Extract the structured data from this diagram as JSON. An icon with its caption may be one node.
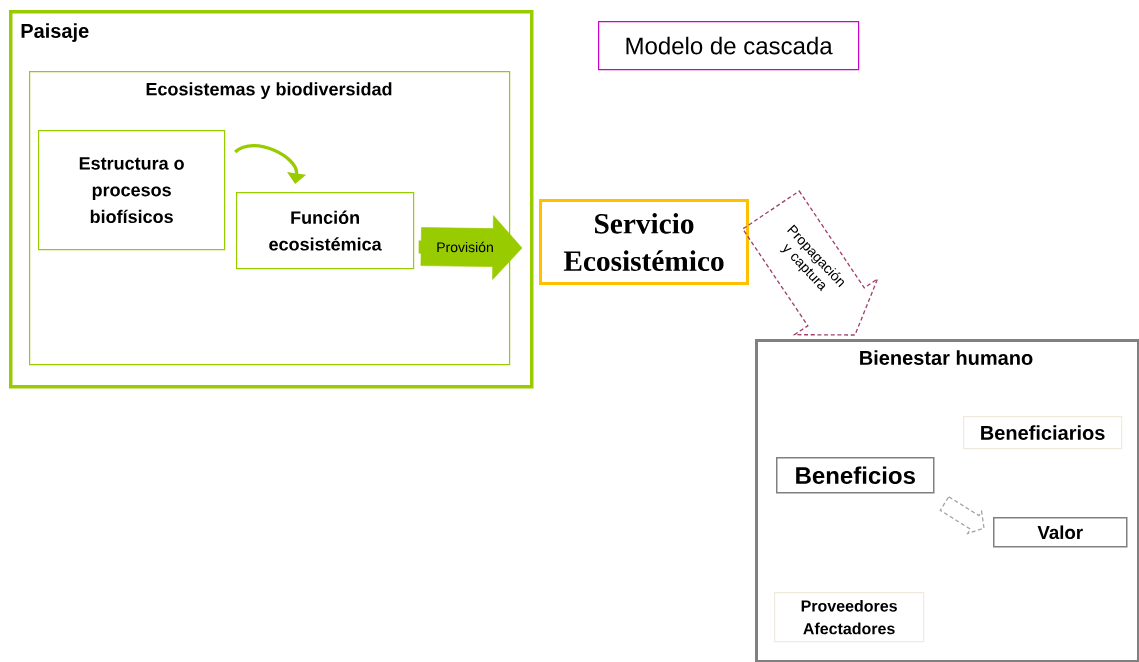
{
  "diagram": {
    "nodes": [
      {
        "text": [
          "Paisaje"
        ]
      },
      {
        "text": [
          "Ecosistemas y biodiversidad"
        ],
        "in": 0
      },
      {
        "text": [
          "Estructura o procesos biofísicos"
        ],
        "in": 1
      },
      {
        "text": [
          "Función ecosistémica"
        ],
        "in": 1
      },
      {
        "text": [
          "Servicio Ecosistémico"
        ]
      },
      {
        "text": [
          "Modelo de cascada"
        ]
      },
      {
        "text": [
          "Bienestar humano"
        ]
      },
      {
        "text": [
          "Beneficiarios"
        ],
        "in": 6
      },
      {
        "text": [
          "Beneficios"
        ],
        "in": 6
      },
      {
        "text": [
          "Valor"
        ],
        "in": 6
      },
      {
        "text": [
          "Proveedores Afectadores"
        ],
        "in": 6
      }
    ],
    "edges": [
      {
        "from": 2,
        "to": 3,
        "arrow": "to"
      },
      {
        "from": 3,
        "to": 4,
        "arrow": "to",
        "label": "Provisión"
      },
      {
        "from": 4,
        "to": 6,
        "arrow": "to",
        "label": "Propagación y captura",
        "style": "dashed",
        "color": "#a0406f"
      },
      {
        "from": 8,
        "to": 9,
        "arrow": "to",
        "style": "dashed",
        "color": "#a6a6a6"
      }
    ]
  }
}
